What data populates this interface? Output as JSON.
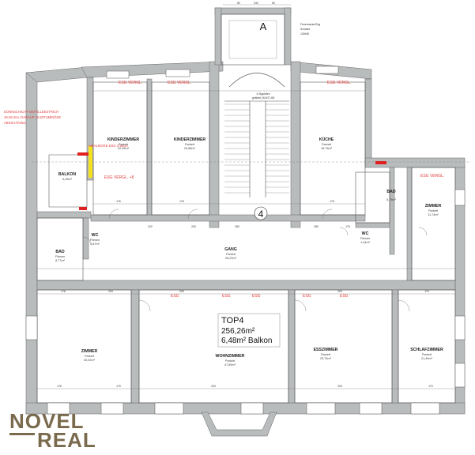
{
  "stair_label": "A",
  "stair_number": "4",
  "top_note": [
    "Feuermauer/Zug",
    "Schacht",
    "130x90"
  ],
  "red_note": [
    "DÜNNSCHICHT-GEFÄLLEESTRICH",
    "16-25 mm, DARAUF 1S-BITUMINÖSE",
    "ABDICHTUNG"
  ],
  "esg_label": "ESG VERGL.",
  "esg_short": "ESG",
  "esg_long": "ESG VERGL. +8",
  "balcony_note": "AB/ALMORD ESG 2 90cm",
  "stair_note": [
    "4 Stgstufen",
    "geklebt 18,8/17,68"
  ],
  "apartment": {
    "top": "TOP4",
    "area": "256,26m²",
    "balcony": "6,48m² Balkon"
  },
  "rooms": [
    {
      "name": "KINDERZIMMER",
      "floor": "Parkett",
      "area": "22,28m²"
    },
    {
      "name": "KINDERZIMMER",
      "floor": "Parkett",
      "area": "20,88m²"
    },
    {
      "name": "KÜCHE",
      "floor": "Parkett",
      "area": "18,78m²"
    },
    {
      "name": "BALKON",
      "floor": "",
      "area": "6,48m²"
    },
    {
      "name": "BAD",
      "floor": "",
      "area": "6,78m²"
    },
    {
      "name": "ZIMMER",
      "floor": "Parkett",
      "area": "11,74m²"
    },
    {
      "name": "WC",
      "floor": "Fliesen",
      "area": "1,87m²"
    },
    {
      "name": "BAD",
      "floor": "Fliesen",
      "area": "8,77m²"
    },
    {
      "name": "GANG",
      "floor": "Parkett",
      "area": "28,29m²"
    },
    {
      "name": "WC",
      "floor": "Fliesen",
      "area": "1,44m²"
    },
    {
      "name": "ZIMMER",
      "floor": "Parkett",
      "area": "30,02m²"
    },
    {
      "name": "WOHNZIMMER",
      "floor": "Parkett",
      "area": "47,89m²"
    },
    {
      "name": "ESSZIMMER",
      "floor": "Parkett",
      "area": "25,75m²"
    },
    {
      "name": "SCHLAFZIMMER",
      "floor": "Parkett",
      "area": "21,49m²"
    }
  ],
  "dims": {
    "top": [
      "80",
      "240",
      "80"
    ],
    "row1": [
      "176",
      "203",
      "203",
      "203",
      "170"
    ],
    "row2": [
      "176",
      "170",
      "203",
      "203",
      "170"
    ],
    "row3": [
      "176",
      "176",
      "176",
      "176",
      "176"
    ],
    "mid": [
      "222",
      "200",
      "283",
      "280",
      "175"
    ]
  },
  "logo": {
    "line1": "NOVEL",
    "line2": "REAL"
  }
}
